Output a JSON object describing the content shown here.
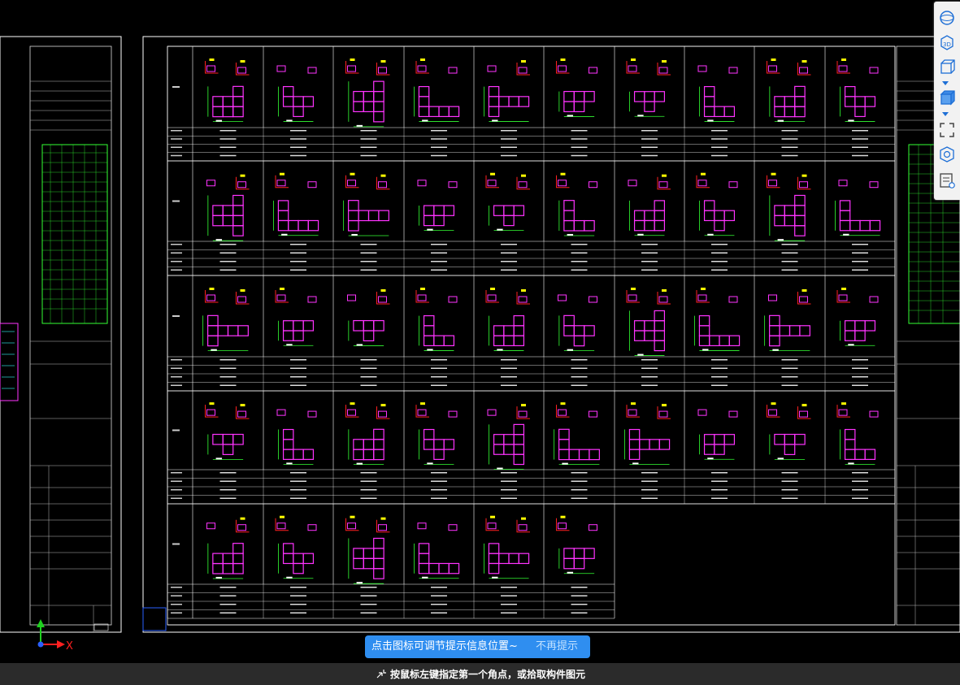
{
  "tip": {
    "message": "点击图标可调节提示信息位置~",
    "dismiss": "不再提示"
  },
  "command": {
    "prompt": "按鼠标左键指定第一个角点，或拾取构件图元"
  },
  "axis": {
    "x_label": "X"
  },
  "toolbar": {
    "items": [
      "sphere-view-icon",
      "view-3d-icon",
      "wireframe-box-icon",
      "solid-box-icon",
      "full-extent-icon",
      "component-view-icon",
      "property-list-icon"
    ]
  },
  "colors": {
    "background": "#000000",
    "frame": "#ffffff",
    "rebar": "#ff33ff",
    "dimension": "#33ff33",
    "annotation": "#ff2020",
    "label": "#ffff00",
    "accent": "#2f8ef0"
  },
  "table": {
    "rows": 5,
    "columns": 10
  }
}
